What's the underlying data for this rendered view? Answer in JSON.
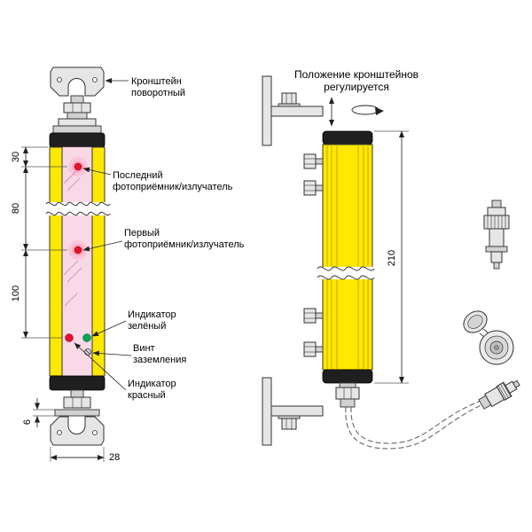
{
  "front_view": {
    "labels": {
      "bracket_l1": "Кронштейн",
      "bracket_l2": "поворотный",
      "last_receiver_l1": "Последний",
      "last_receiver_l2": "фотоприёмник/излучатель",
      "first_receiver_l1": "Первый",
      "first_receiver_l2": "фотоприёмник/излучатель",
      "green_indicator_l1": "Индикатор",
      "green_indicator_l2": "зелёный",
      "ground_screw_l1": "Винт",
      "ground_screw_l2": "заземления",
      "red_indicator_l1": "Индикатор",
      "red_indicator_l2": "красный"
    },
    "dimensions": {
      "seg_top": "30",
      "seg_mid": "80",
      "seg_bottom": "100",
      "plate": "6",
      "width": "28"
    }
  },
  "side_view": {
    "note_l1": "Положение кронштейнов",
    "note_l2": "регулируется",
    "dimensions": {
      "height": "210"
    }
  },
  "colors": {
    "yellow": "#ffe800",
    "pink": "#f9d9e6",
    "red": "#e8112d",
    "green": "#00a651",
    "black": "#1f1f1f"
  }
}
